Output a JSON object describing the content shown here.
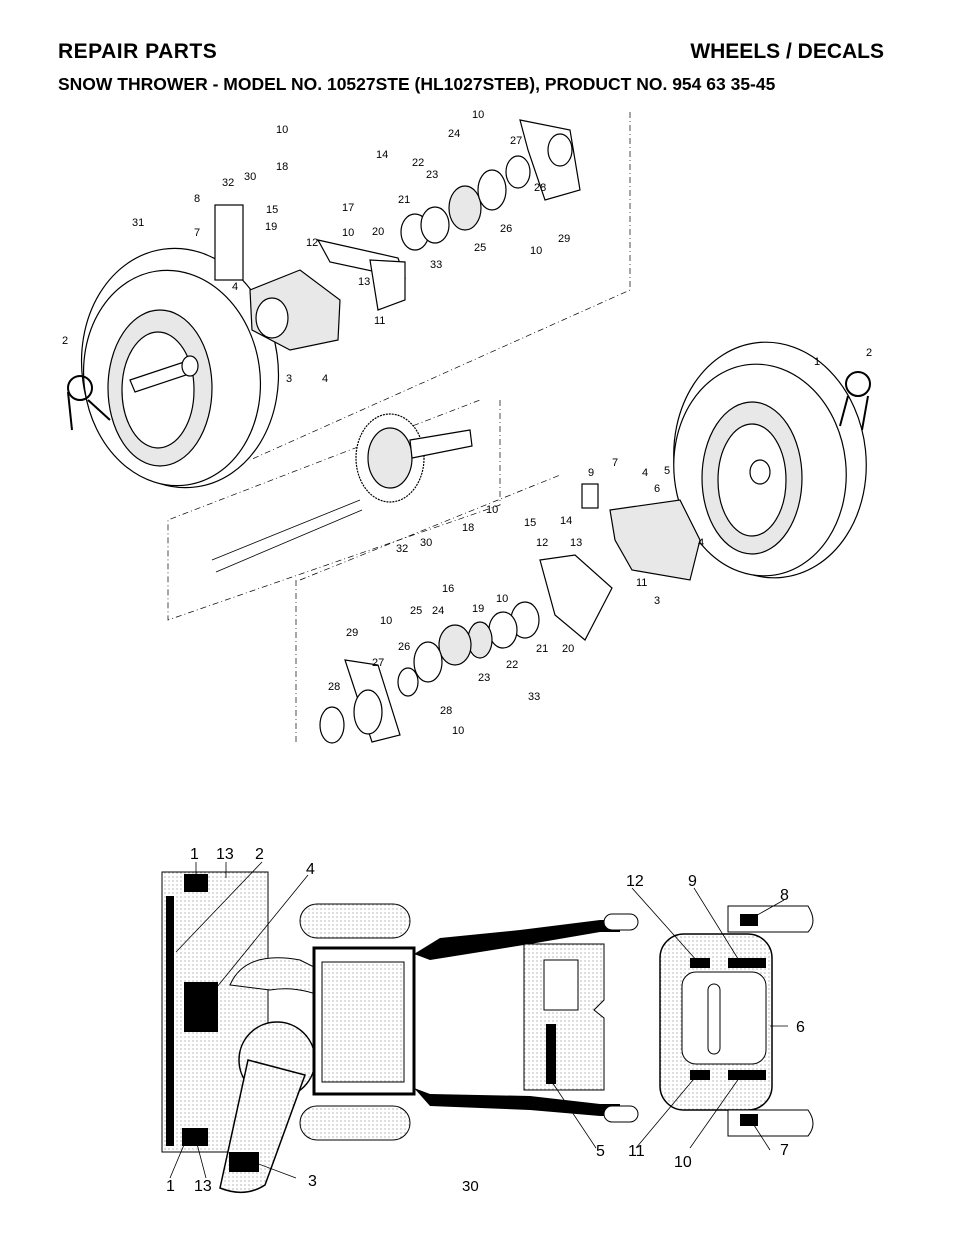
{
  "header": {
    "left": "REPAIR PARTS",
    "right": "WHEELS / DECALS",
    "subtitle": "SNOW THROWER - MODEL NO. 10527STE (HL1027STEB), PRODUCT NO. 954 63 35-45"
  },
  "page_number": "30",
  "exploded_view": {
    "callouts": [
      {
        "id": "c-10a",
        "text": "10"
      },
      {
        "id": "c-18a",
        "text": "18"
      },
      {
        "id": "c-30a",
        "text": "30"
      },
      {
        "id": "c-32a",
        "text": "32"
      },
      {
        "id": "c-8",
        "text": "8"
      },
      {
        "id": "c-15a",
        "text": "15"
      },
      {
        "id": "c-19a",
        "text": "19"
      },
      {
        "id": "c-17",
        "text": "17"
      },
      {
        "id": "c-10b",
        "text": "10"
      },
      {
        "id": "c-7a",
        "text": "7"
      },
      {
        "id": "c-31",
        "text": "31"
      },
      {
        "id": "c-14a",
        "text": "14"
      },
      {
        "id": "c-22a",
        "text": "22"
      },
      {
        "id": "c-23a",
        "text": "23"
      },
      {
        "id": "c-24a",
        "text": "24"
      },
      {
        "id": "c-10c",
        "text": "10"
      },
      {
        "id": "c-27a",
        "text": "27"
      },
      {
        "id": "c-28a",
        "text": "28"
      },
      {
        "id": "c-21a",
        "text": "21"
      },
      {
        "id": "c-20a",
        "text": "20"
      },
      {
        "id": "c-12a",
        "text": "12"
      },
      {
        "id": "c-13a",
        "text": "13"
      },
      {
        "id": "c-33a",
        "text": "33"
      },
      {
        "id": "c-25a",
        "text": "25"
      },
      {
        "id": "c-26a",
        "text": "26"
      },
      {
        "id": "c-10d",
        "text": "10"
      },
      {
        "id": "c-29a",
        "text": "29"
      },
      {
        "id": "c-4a",
        "text": "4"
      },
      {
        "id": "c-11a",
        "text": "11"
      },
      {
        "id": "c-3a",
        "text": "3"
      },
      {
        "id": "c-4b",
        "text": "4"
      },
      {
        "id": "c-2a",
        "text": "2"
      },
      {
        "id": "c-1",
        "text": "1"
      },
      {
        "id": "c-2b",
        "text": "2"
      },
      {
        "id": "c-9",
        "text": "9"
      },
      {
        "id": "c-7b",
        "text": "7"
      },
      {
        "id": "c-4c",
        "text": "4"
      },
      {
        "id": "c-5",
        "text": "5"
      },
      {
        "id": "c-6",
        "text": "6"
      },
      {
        "id": "c-10e",
        "text": "10"
      },
      {
        "id": "c-18b",
        "text": "18"
      },
      {
        "id": "c-15b",
        "text": "15"
      },
      {
        "id": "c-14b",
        "text": "14"
      },
      {
        "id": "c-32b",
        "text": "32"
      },
      {
        "id": "c-30b",
        "text": "30"
      },
      {
        "id": "c-12b",
        "text": "12"
      },
      {
        "id": "c-13b",
        "text": "13"
      },
      {
        "id": "c-16",
        "text": "16"
      },
      {
        "id": "c-10f",
        "text": "10"
      },
      {
        "id": "c-19b",
        "text": "19"
      },
      {
        "id": "c-11b",
        "text": "11"
      },
      {
        "id": "c-3b",
        "text": "3"
      },
      {
        "id": "c-4d",
        "text": "4"
      },
      {
        "id": "c-20b",
        "text": "20"
      },
      {
        "id": "c-21b",
        "text": "21"
      },
      {
        "id": "c-29b",
        "text": "29"
      },
      {
        "id": "c-10g",
        "text": "10"
      },
      {
        "id": "c-25b",
        "text": "25"
      },
      {
        "id": "c-24b",
        "text": "24"
      },
      {
        "id": "c-26b",
        "text": "26"
      },
      {
        "id": "c-27b",
        "text": "27"
      },
      {
        "id": "c-22b",
        "text": "22"
      },
      {
        "id": "c-23b",
        "text": "23"
      },
      {
        "id": "c-33b",
        "text": "33"
      },
      {
        "id": "c-28b",
        "text": "28"
      },
      {
        "id": "c-28c",
        "text": "28"
      },
      {
        "id": "c-10h",
        "text": "10"
      }
    ]
  },
  "decal_view": {
    "callouts": [
      {
        "id": "d-1a",
        "text": "1"
      },
      {
        "id": "d-13a",
        "text": "13"
      },
      {
        "id": "d-2",
        "text": "2"
      },
      {
        "id": "d-4",
        "text": "4"
      },
      {
        "id": "d-12",
        "text": "12"
      },
      {
        "id": "d-9",
        "text": "9"
      },
      {
        "id": "d-8",
        "text": "8"
      },
      {
        "id": "d-6",
        "text": "6"
      },
      {
        "id": "d-7",
        "text": "7"
      },
      {
        "id": "d-10",
        "text": "10"
      },
      {
        "id": "d-11",
        "text": "11"
      },
      {
        "id": "d-5",
        "text": "5"
      },
      {
        "id": "d-3",
        "text": "3"
      },
      {
        "id": "d-13b",
        "text": "13"
      },
      {
        "id": "d-1b",
        "text": "1"
      }
    ]
  }
}
